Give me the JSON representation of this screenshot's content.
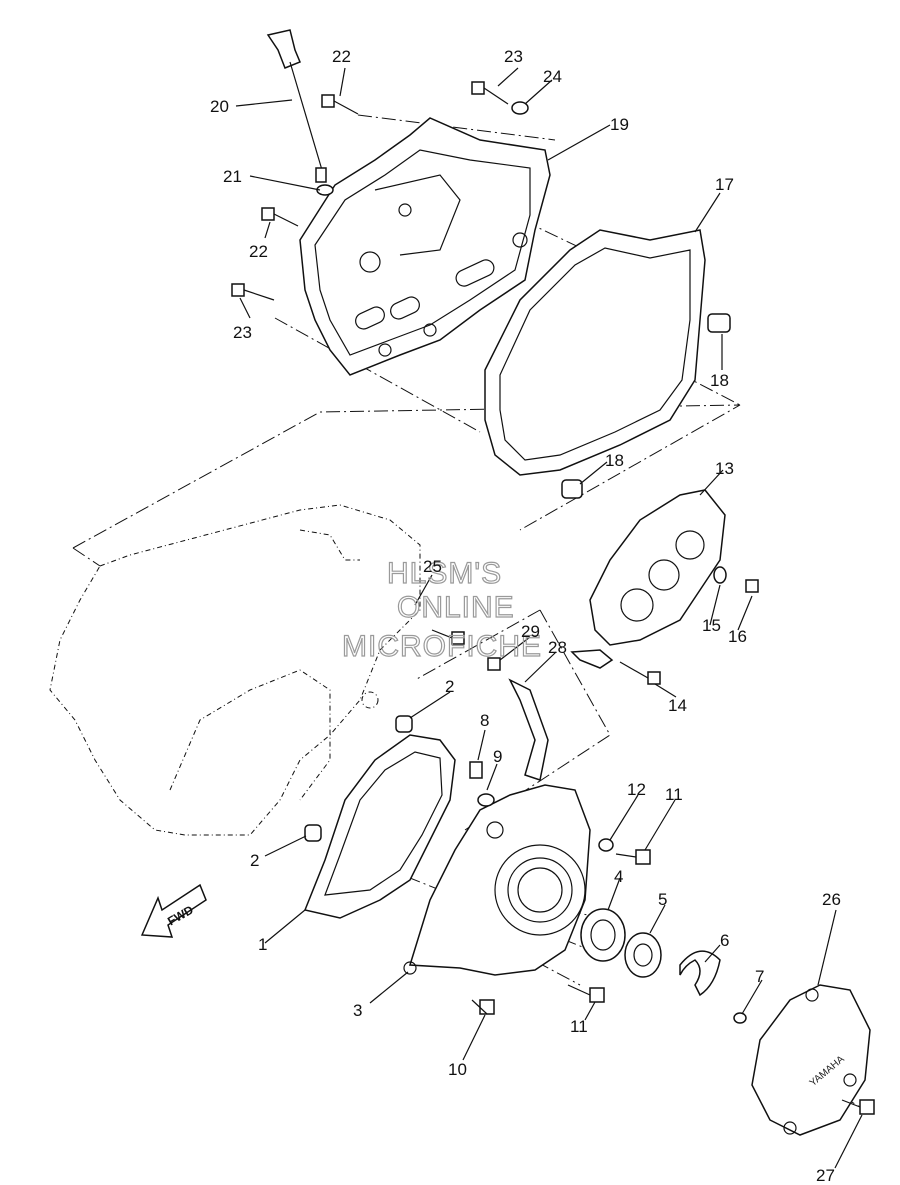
{
  "diagram": {
    "callouts": [
      "1",
      "2",
      "2",
      "3",
      "4",
      "5",
      "6",
      "7",
      "8",
      "9",
      "10",
      "11",
      "11",
      "12",
      "13",
      "14",
      "15",
      "16",
      "17",
      "18",
      "18",
      "19",
      "20",
      "21",
      "22",
      "22",
      "23",
      "23",
      "24",
      "25",
      "26",
      "27",
      "28",
      "29"
    ],
    "watermark": [
      "HLSM'S",
      "ONLINE",
      "MICROFICHE"
    ],
    "fwd_label": "FWD",
    "cover_brand": "YAMAHA"
  }
}
